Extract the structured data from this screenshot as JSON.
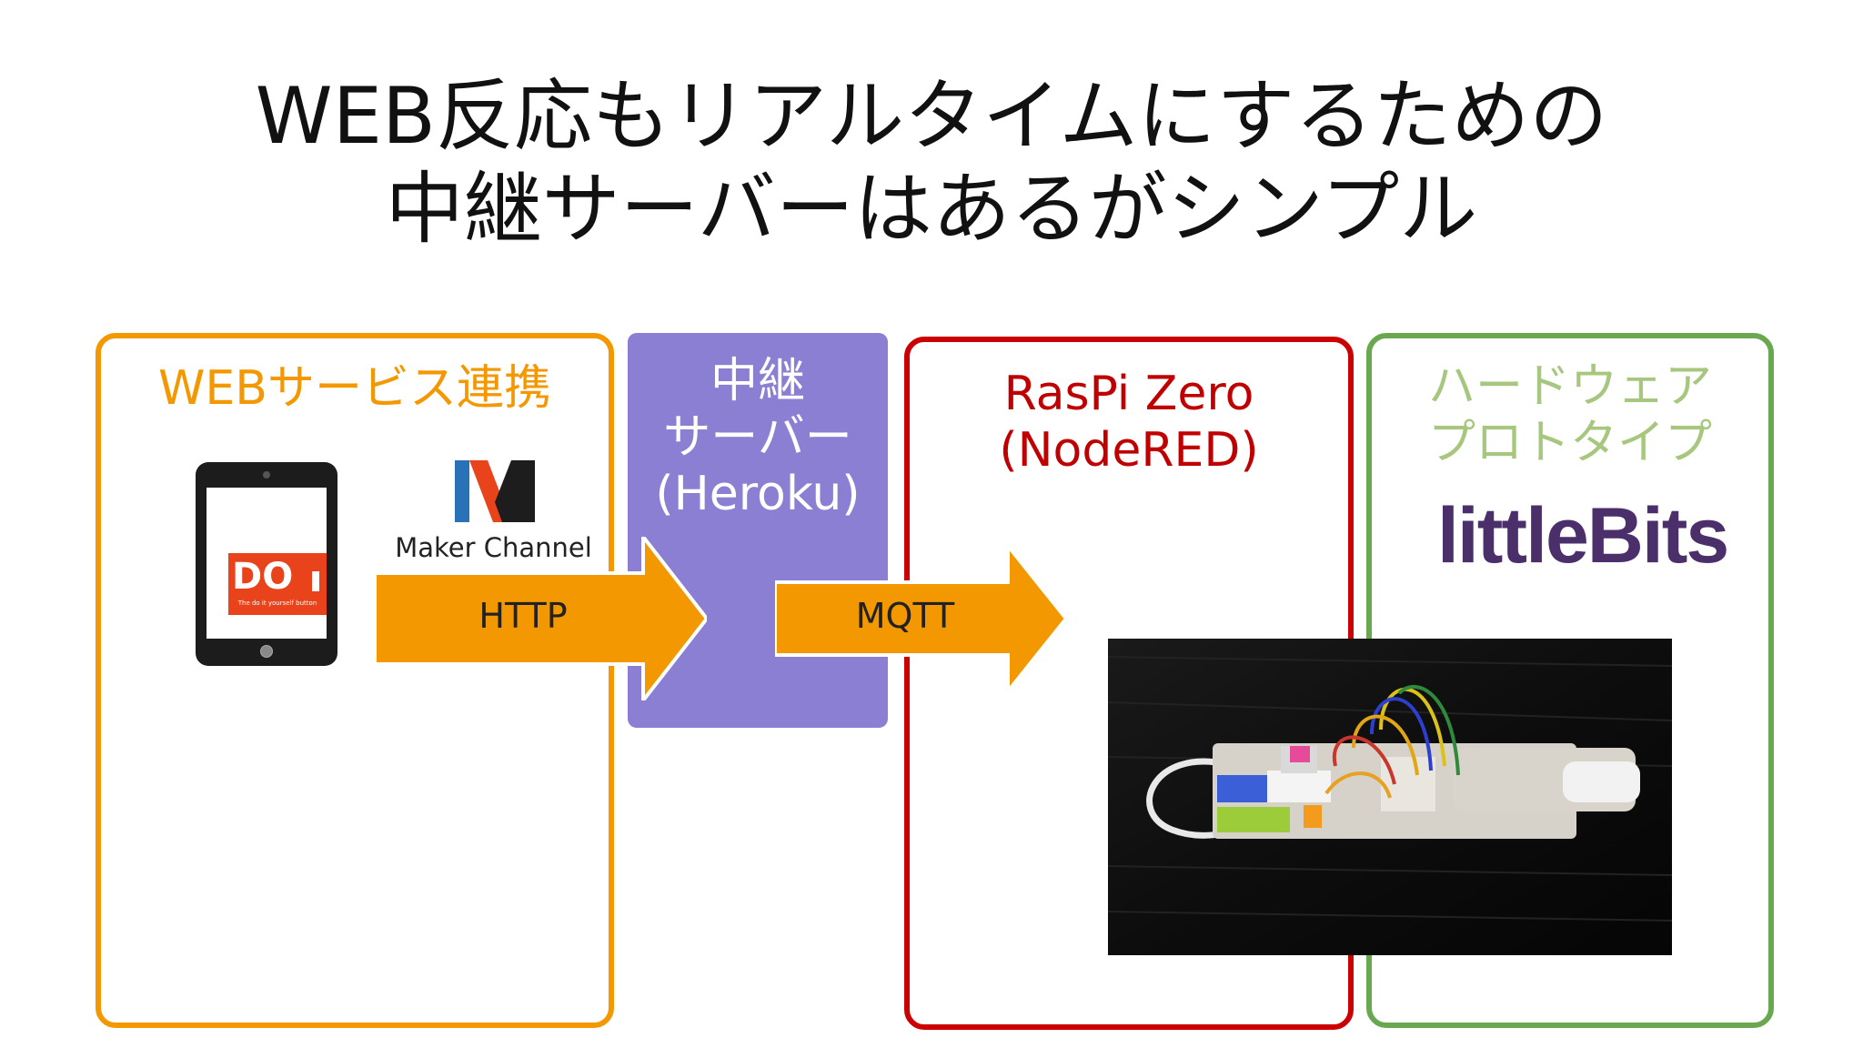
{
  "title": {
    "line1": "WEB反応もリアルタイムにするための",
    "line2": "中継サーバーはあるがシンプル"
  },
  "panels": {
    "web": {
      "title": "WEBサービス連携",
      "color": "#f39800"
    },
    "relay": {
      "title_line1": "中継",
      "title_line2": "サーバー",
      "title_line3": "(Heroku)",
      "color": "#8b7fd4"
    },
    "raspi": {
      "title_line1": "RasPi Zero",
      "title_line2": "(NodeRED)",
      "color": "#c00000"
    },
    "hardware": {
      "title_line1": "ハードウェア",
      "title_line2": "プロトタイプ",
      "color": "#6aa84f"
    }
  },
  "icons": {
    "tablet": "tablet-icon",
    "do_app": {
      "text": "DO",
      "subtext": "The do it yourself button"
    },
    "maker_logo": "maker-channel-logo",
    "maker_label": "Maker Channel",
    "littlebits": "littleBits"
  },
  "arrows": {
    "http": {
      "label": "HTTP",
      "color": "#f39800"
    },
    "mqtt": {
      "label": "MQTT",
      "color": "#f39800"
    }
  },
  "photo": "raspi-littlebits-photo"
}
